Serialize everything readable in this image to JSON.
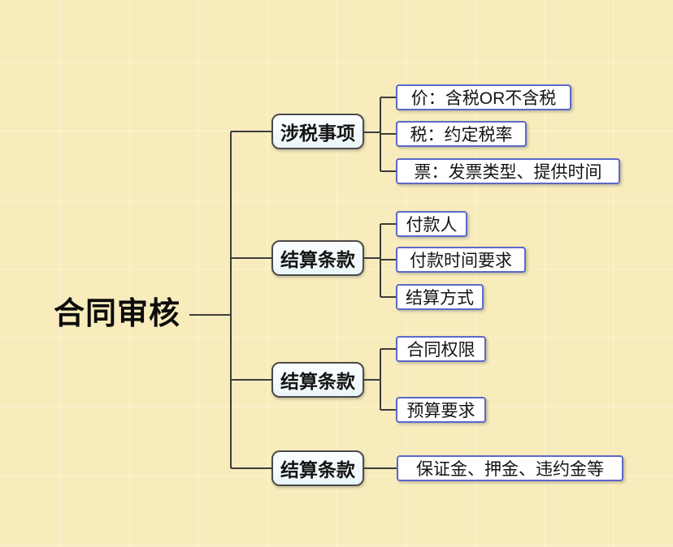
{
  "root": {
    "label": "合同审核"
  },
  "branches": [
    {
      "label": "涉税事项",
      "children": [
        "价：含税OR不含税",
        "税：约定税率",
        "票：发票类型、提供时间"
      ]
    },
    {
      "label": "结算条款",
      "children": [
        "付款人",
        "付款时间要求",
        "结算方式"
      ]
    },
    {
      "label": "结算条款",
      "children": [
        "合同权限",
        "预算要求"
      ]
    },
    {
      "label": "结算条款",
      "children": [
        "保证金、押金、违约金等"
      ]
    }
  ],
  "colors": {
    "background": "#f8ecbc",
    "grid_line": "#fdf3d2",
    "connector": "#3d3d3d",
    "branch_fill": "#ebf6fa",
    "branch_border": "#4a4a4a",
    "leaf_fill": "#ffffff",
    "leaf_border": "#5c68c8",
    "text": "#141414"
  }
}
